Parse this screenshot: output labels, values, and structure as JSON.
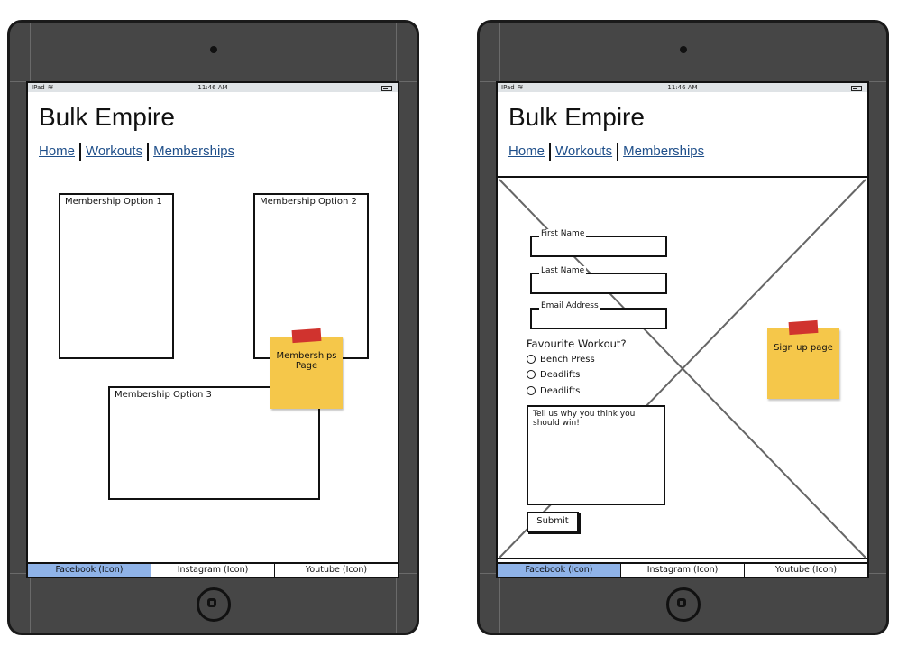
{
  "left": {
    "status": {
      "carrier": "IPad",
      "time": "11:46 AM"
    },
    "site_title": "Bulk Empire",
    "nav": [
      "Home",
      "Workouts",
      "Memberships"
    ],
    "options": [
      "Membership Option 1",
      "Membership Option 2",
      "Membership Option 3"
    ],
    "sticky_note": "Memberships Page",
    "footer": [
      "Facebook (Icon)",
      "Instagram (Icon)",
      "Youtube (Icon)"
    ]
  },
  "right": {
    "status": {
      "carrier": "IPad",
      "time": "11:46 AM"
    },
    "site_title": "Bulk Empire",
    "nav": [
      "Home",
      "Workouts",
      "Memberships"
    ],
    "form": {
      "first_name_label": "First Name",
      "last_name_label": "Last Name",
      "email_label": "Email Address",
      "question": "Favourite Workout?",
      "radio_options": [
        "Bench Press",
        "Deadlifts",
        "Deadlifts"
      ],
      "textarea_text": "Tell us why you think you should win!",
      "submit_label": "Submit"
    },
    "sticky_note": "Sign up page",
    "footer": [
      "Facebook (Icon)",
      "Instagram (Icon)",
      "Youtube (Icon)"
    ]
  },
  "colors": {
    "tablet_body": "#464646",
    "sticky": "#f5c74a",
    "tape": "#d0332e",
    "link": "#1f4f8a",
    "footer_active": "#8fb3e8"
  }
}
